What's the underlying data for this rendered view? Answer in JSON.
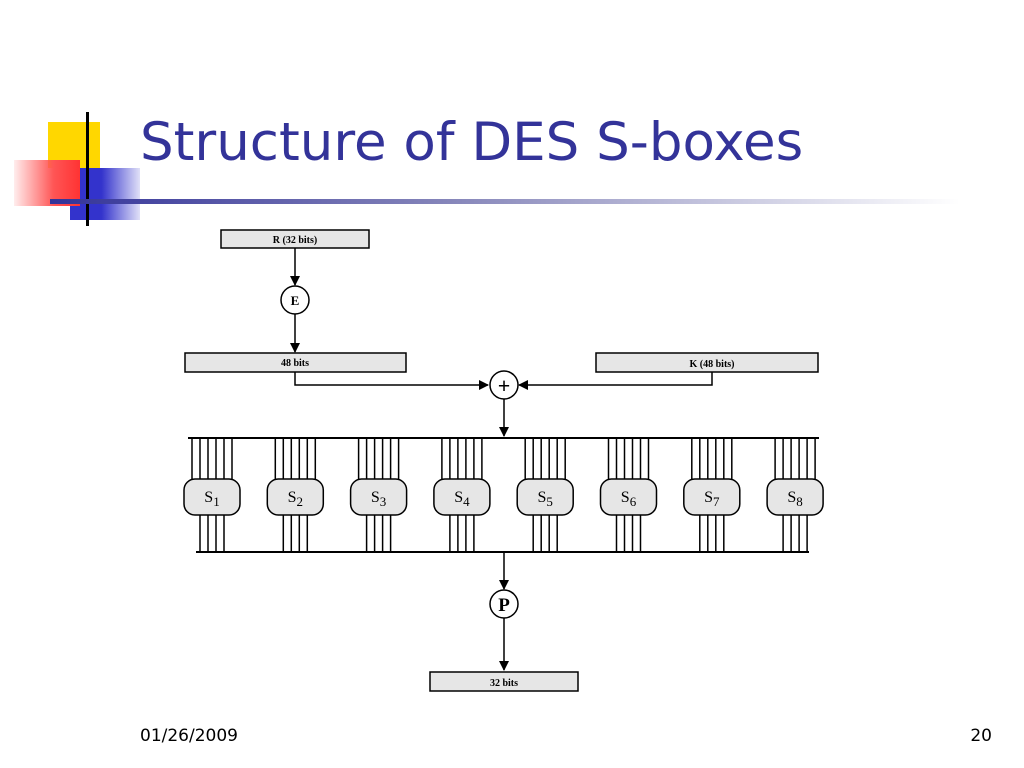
{
  "slide": {
    "title": "Structure of DES S-boxes",
    "date": "01/26/2009",
    "page_number": "20"
  },
  "diagram": {
    "input_box": "R (32 bits)",
    "expansion_label": "E",
    "expanded_box": "48 bits",
    "key_box": "K (48 bits)",
    "xor_label": "+",
    "permutation_label": "P",
    "output_box": "32 bits",
    "sboxes": [
      {
        "base": "S",
        "sub": "1"
      },
      {
        "base": "S",
        "sub": "2"
      },
      {
        "base": "S",
        "sub": "3"
      },
      {
        "base": "S",
        "sub": "4"
      },
      {
        "base": "S",
        "sub": "5"
      },
      {
        "base": "S",
        "sub": "6"
      },
      {
        "base": "S",
        "sub": "7"
      },
      {
        "base": "S",
        "sub": "8"
      }
    ]
  },
  "colors": {
    "title": "#333399",
    "box_fill": "#e6e6e6",
    "stroke": "#000000",
    "logo_yellow": "#ffd700",
    "logo_blue": "#3333cc",
    "logo_red": "#ff3333"
  }
}
